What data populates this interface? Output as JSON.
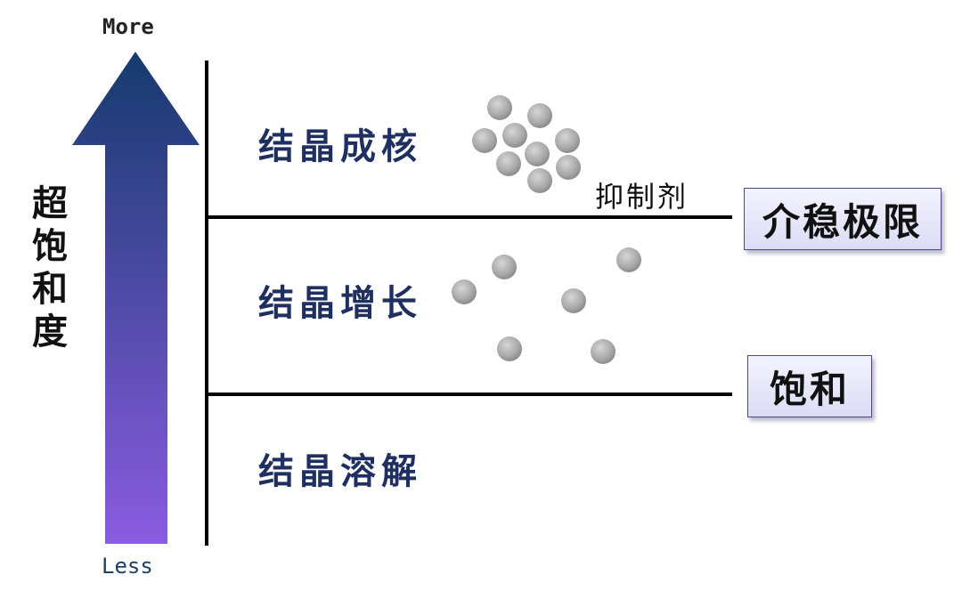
{
  "axis": {
    "top_label": "More",
    "bottom_label": "Less",
    "title_chars": [
      "超",
      "饱",
      "和",
      "度"
    ],
    "arrow_colors": {
      "top": "#163a6e",
      "bottom": "#8a5ce0"
    }
  },
  "zones": {
    "nucleation": "结晶成核",
    "growth": "结晶增长",
    "dissolution": "结晶溶解"
  },
  "inhibitor_label": "抑制剂",
  "limits": {
    "metastable": "介稳极限",
    "saturation": "饱和"
  },
  "particle_color": "#a8a8a8"
}
